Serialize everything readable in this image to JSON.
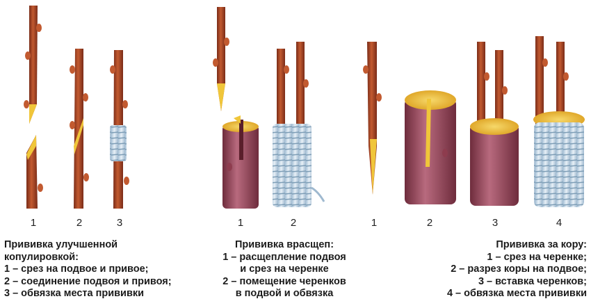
{
  "colors": {
    "bark": "#b04a2a",
    "bark_dark": "#7a2c18",
    "wood": "#f0c63a",
    "stock_bark": "#8e3c4e",
    "tape": "#c9dcea",
    "tape_line": "#7d9db6"
  },
  "groups": [
    {
      "id": "copulation",
      "numbers": [
        "1",
        "2",
        "3"
      ],
      "title_lines": [
        "Прививка улучшенной",
        "копулировкой:"
      ],
      "items": [
        "1 – срез на подвое и привое;",
        "2 – соединение подвоя и привоя;",
        "3 – обвязка места прививки"
      ]
    },
    {
      "id": "cleft",
      "numbers": [
        "1",
        "2"
      ],
      "title_lines": [
        "Прививка врасщеп:"
      ],
      "items": [
        "1 – расщепление подвоя",
        "и срез на черенке",
        "2 – помещение черенков",
        "в подвой и обвязка"
      ]
    },
    {
      "id": "bark",
      "numbers": [
        "1",
        "2",
        "3",
        "4"
      ],
      "title_lines": [
        "Прививка за кору:"
      ],
      "items": [
        "1 – срез на черенке;",
        "2 – разрез коры на подвое;",
        "3 – вставка черенков;",
        "4 – обвязка места прививки"
      ]
    }
  ]
}
